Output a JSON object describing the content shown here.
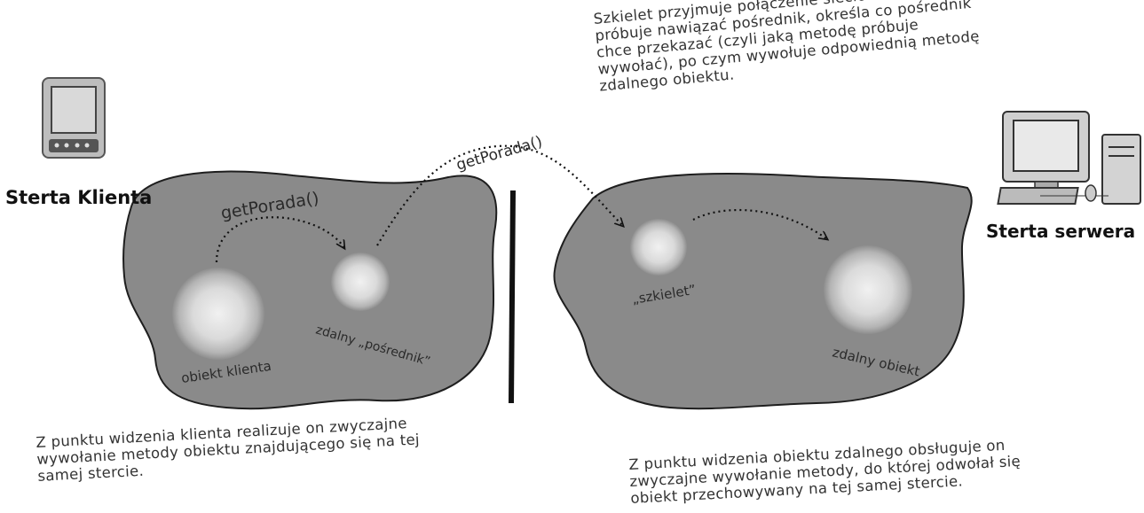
{
  "client_heap": {
    "title": "Sterta Klienta",
    "client_object_label": "obiekt klienta",
    "proxy_label": "zdalny „pośrednik”",
    "local_call_label": "getPorada()",
    "note": "Z punktu widzenia klienta realizuje on zwyczajne wywołanie metody obiektu znajdującego się na tej samej stercie."
  },
  "network_call_label": "getPorada()",
  "server_heap": {
    "title": "Sterta serwera",
    "skeleton_label": "„szkielet”",
    "remote_object_label": "zdalny obiekt",
    "note": "Z punktu widzenia obiektu zdalnego obsługuje on zwyczajne wywołanie metody, do której odwołał się obiekt przechowywany na tej samej stercie."
  },
  "skeleton_note": "Szkielet przyjmuje połączenie sieciowe, które próbuje nawiązać pośrednik, określa co pośrednik chce przekazać (czyli jaką metodę próbuje wywołać), po czym wywołuje odpowiednią metodę zdalnego obiektu.",
  "colors": {
    "heap_fill": "#8a8a8a",
    "heap_stroke": "#1e1e1e",
    "sphere_light": "#f0f0f0",
    "sphere_dark": "#8c8c8c"
  },
  "icons": [
    "pda-icon",
    "desktop-computer-icon"
  ]
}
